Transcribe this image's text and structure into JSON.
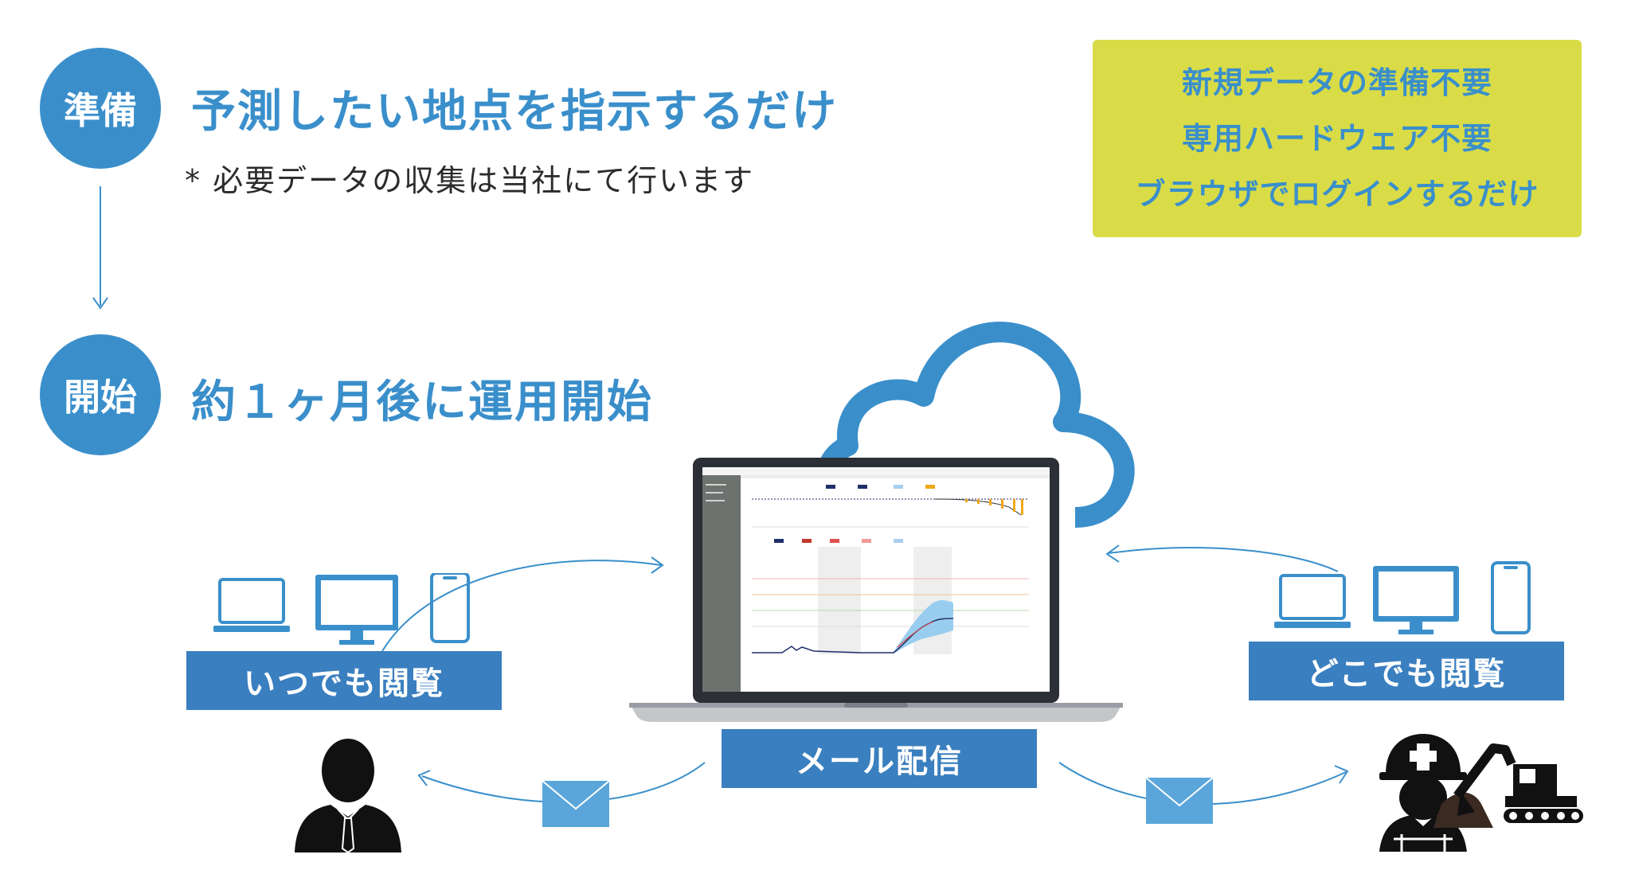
{
  "steps": {
    "prep": {
      "badge": "準備",
      "title": "予測したい地点を指示するだけ",
      "note": "* 必要データの収集は当社にて行います"
    },
    "start": {
      "badge": "開始",
      "title": "約１ヶ月後に運用開始"
    }
  },
  "features": [
    "新規データの準備不要",
    "専用ハードウェア不要",
    "ブラウザでログインするだけ"
  ],
  "labels": {
    "anytime": "いつでも閲覧",
    "anywhere": "どこでも閲覧",
    "mail": "メール配信"
  },
  "colors": {
    "accent": "#3a8fcb",
    "banner": "#3a7fbf",
    "feature_bg": "#d9dc47",
    "navy": "#1f2f6b",
    "forecast_band": "#8fc9ee",
    "bar_orange": "#f0a81c"
  },
  "icons": [
    "arrow-down-icon",
    "cloud-icon",
    "laptop-icon",
    "desktop-monitor-icon",
    "smartphone-icon",
    "envelope-icon",
    "businessman-icon",
    "construction-worker-icon",
    "excavator-icon"
  ]
}
